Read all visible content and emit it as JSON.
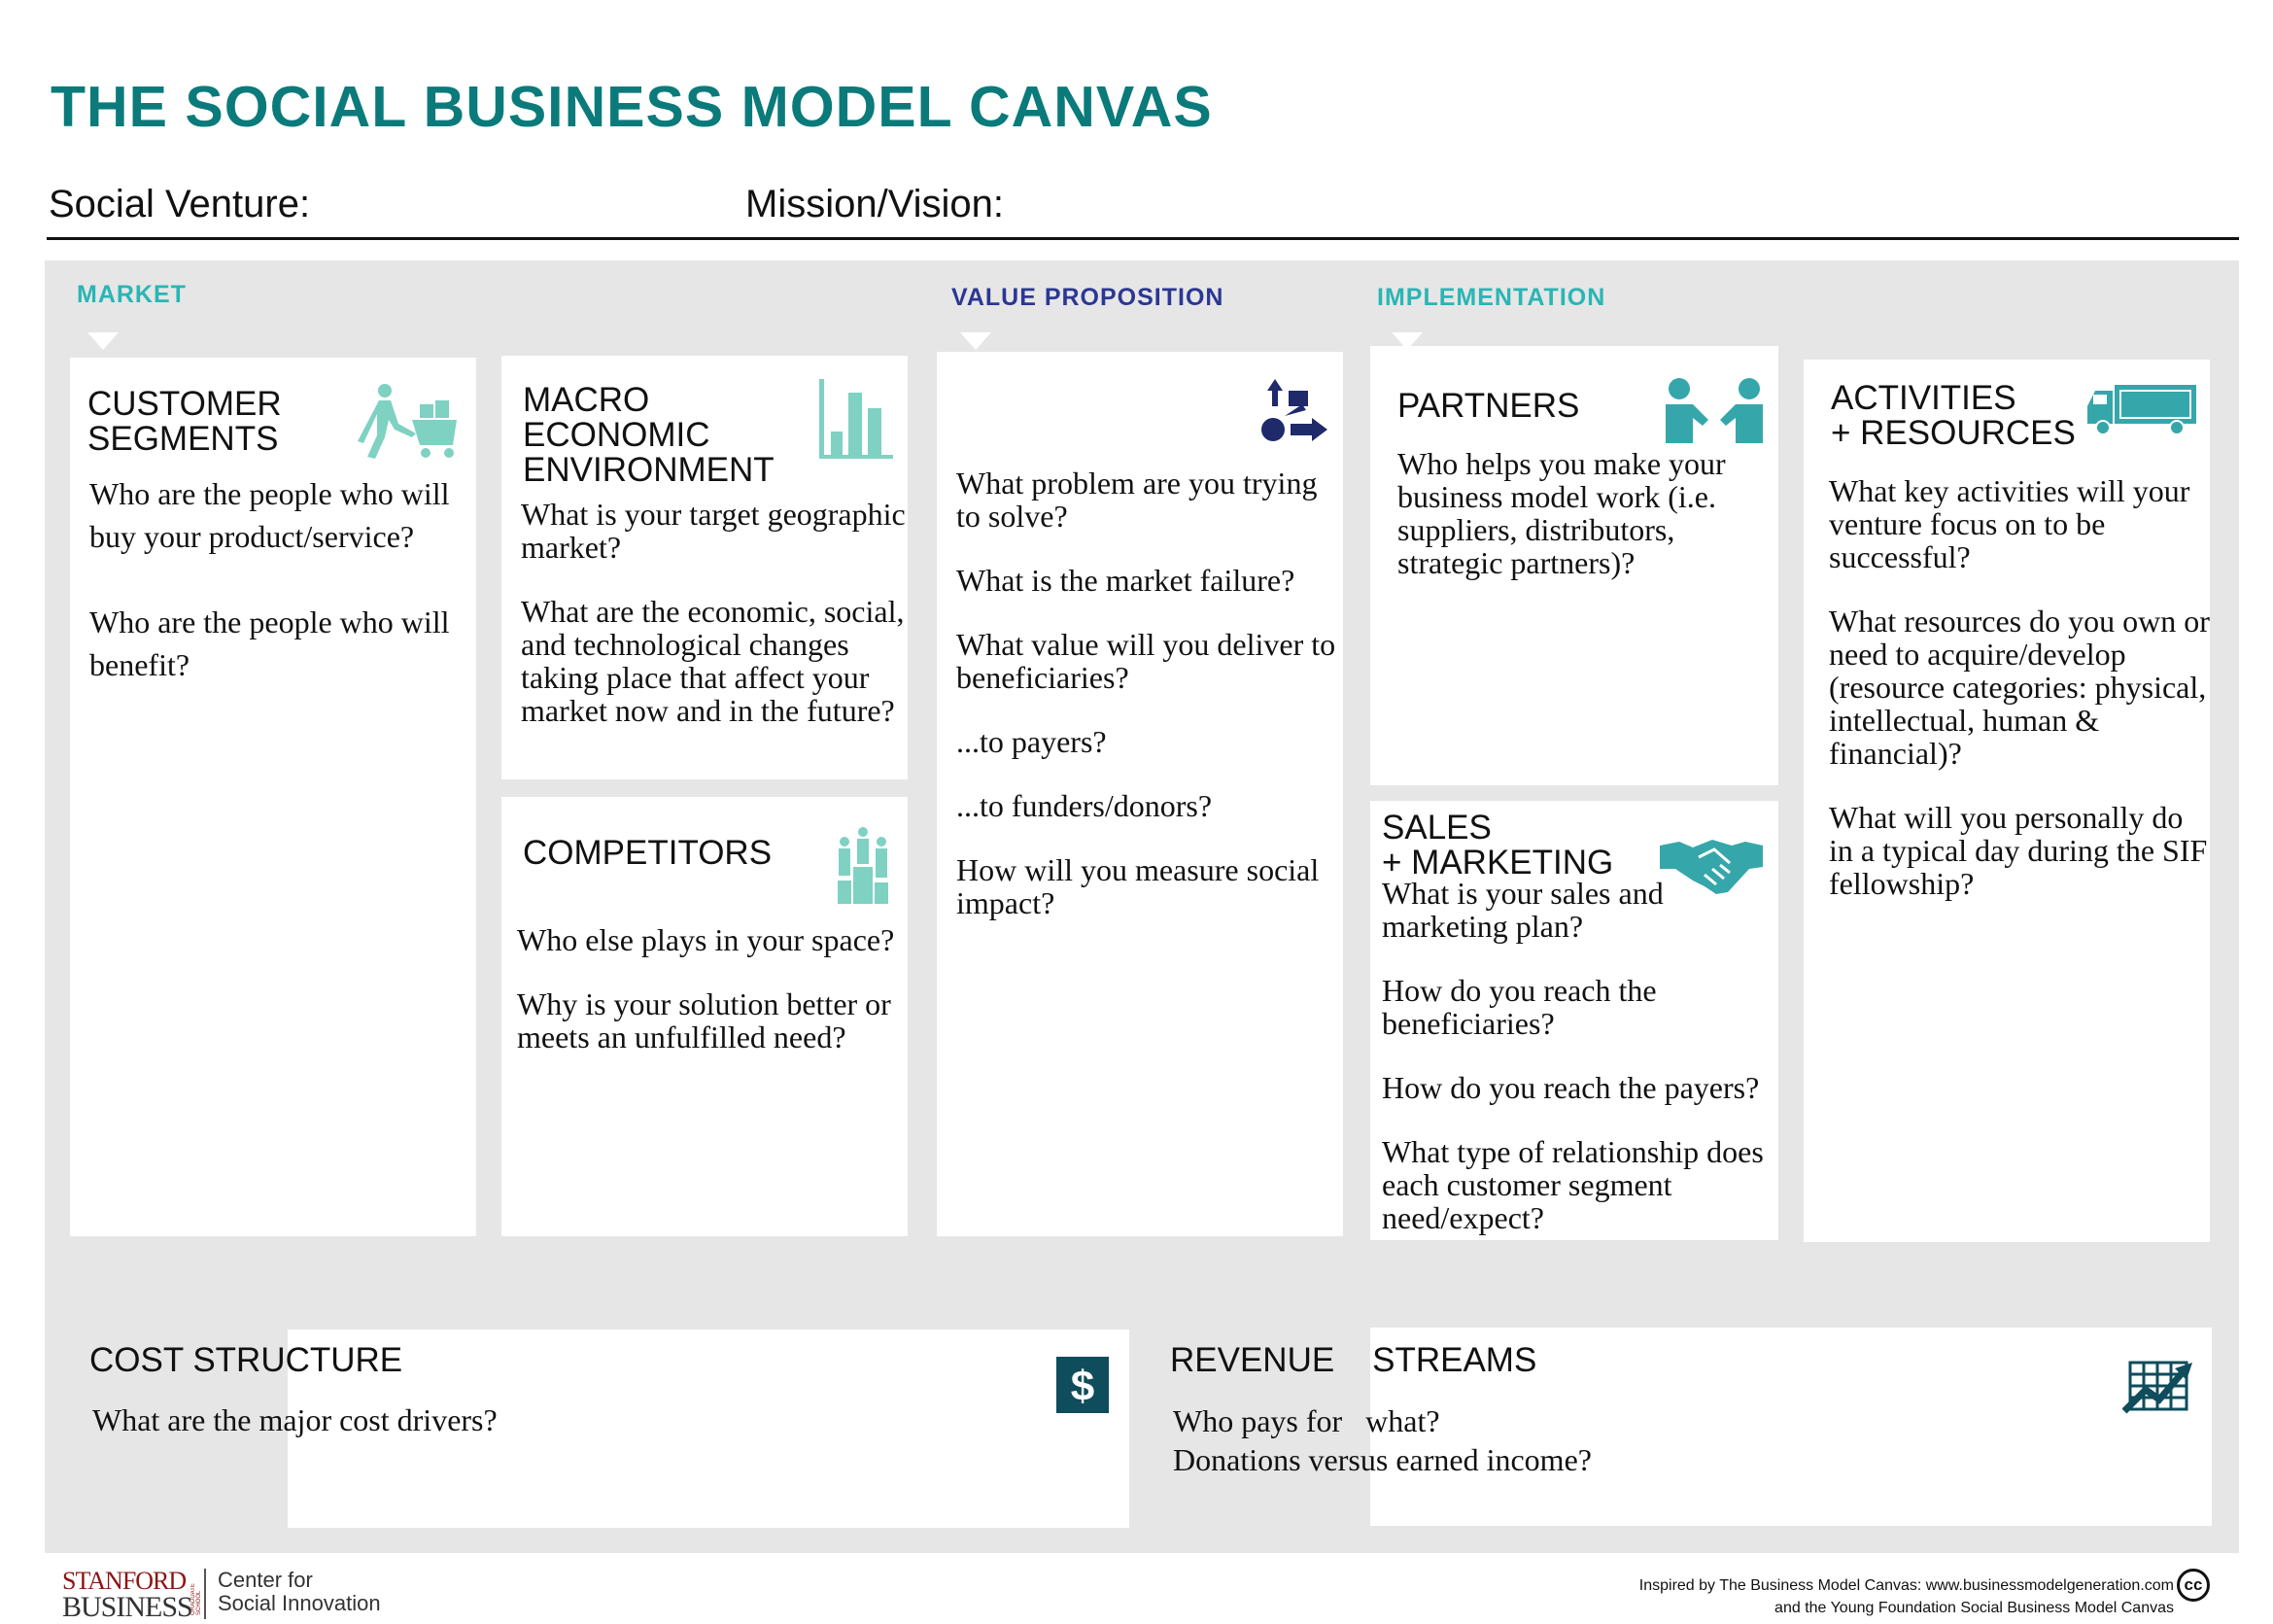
{
  "title": "THE SOCIAL BUSINESS MODEL CANVAS",
  "fields": {
    "venture": "Social Venture:",
    "mission": "Mission/Vision:"
  },
  "sections": {
    "market": "MARKET",
    "value": "VALUE PROPOSITION",
    "implementation": "IMPLEMENTATION"
  },
  "colors": {
    "teal_title": "#0b7a7a",
    "section_teal": "#2ab5b5",
    "section_navy": "#2b3794",
    "icon_mint": "#7fd1c2",
    "icon_teal": "#35a7ab",
    "icon_dark": "#0f4c5c",
    "icon_navy": "#1f2a6b"
  },
  "boxes": {
    "customer": {
      "heading": "CUSTOMER\nSEGMENTS",
      "icon": "shopper-cart-icon",
      "questions": [
        "Who are the people who will buy your product/service?",
        "Who are the people who will benefit?"
      ]
    },
    "macro": {
      "heading": "MACRO\nECONOMIC\nENVIRONMENT",
      "icon": "bar-chart-icon",
      "questions": [
        "What is your target geographic market?",
        "What are the economic, social, and technological changes taking place that affect your market now and in the future?"
      ]
    },
    "competitors": {
      "heading": "COMPETITORS",
      "icon": "podium-icon",
      "questions": [
        "Who else plays in your space?",
        "Why is your solution better or meets an unfulfilled need?"
      ]
    },
    "value": {
      "icon": "problem-solving-icon",
      "questions": [
        "What problem are you trying to solve?",
        "What is the market failure?",
        "What value will you deliver to beneficiaries?",
        "...to payers?",
        "...to funders/donors?",
        "How will you measure social impact?"
      ]
    },
    "partners": {
      "heading": "PARTNERS",
      "icon": "partners-icon",
      "questions": [
        "Who helps you make your business model work (i.e. suppliers, distributors, strategic partners)?"
      ]
    },
    "sales": {
      "heading": "SALES\n+ MARKETING",
      "icon": "handshake-icon",
      "questions": [
        "What is your sales and marketing plan?",
        "How do you reach the beneficiaries?",
        "How do you reach the payers?",
        "What type of relationship does each customer segment need/expect?"
      ]
    },
    "activities": {
      "heading": "ACTIVITIES\n+ RESOURCES",
      "icon": "truck-icon",
      "questions": [
        "What key activities will your venture focus on to be successful?",
        "What resources do you own or need to acquire/develop (resource categories: physical, intellectual, human & financial)?",
        "What will you personally do in a typical day during the SIF fellowship?"
      ]
    },
    "cost": {
      "heading": "COST STRUCTURE",
      "icon": "dollar-icon",
      "questions": [
        "What are the major cost drivers?"
      ]
    },
    "revenue": {
      "heading": "REVENUE    STREAMS",
      "icon": "growth-chart-icon",
      "questions": [
        "Who pays for   what?",
        "Donations versus earned income?"
      ]
    }
  },
  "footer": {
    "stanford": "STANFORD",
    "graduate_school": "GRADUATE SCHOOL",
    "business": "BUSINESS",
    "center_line1": "Center for",
    "center_line2": "Social Innovation",
    "credit_line1": "Inspired by The Business Model Canvas: www.businessmodelgeneration.com",
    "credit_line2": "and the Young Foundation Social Business Model Canvas",
    "license_icon": "creative-commons-icon",
    "cc": "cc"
  }
}
